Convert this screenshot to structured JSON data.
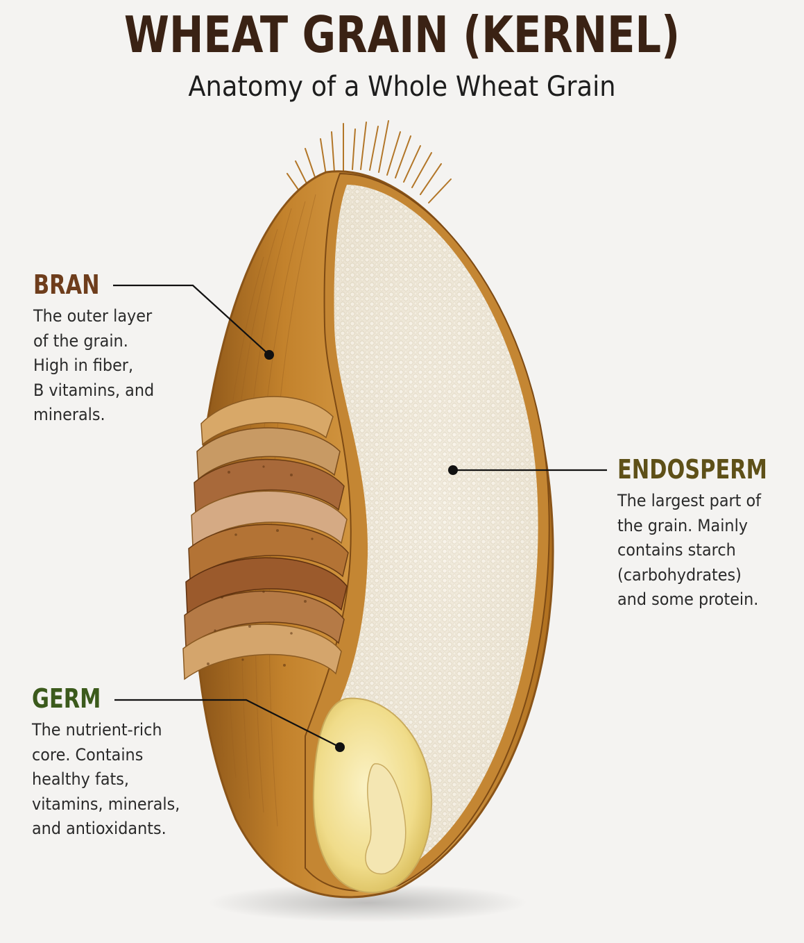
{
  "title": "WHEAT GRAIN (KERNEL)",
  "subtitle": "Anatomy of a Whole Wheat Grain",
  "parts": {
    "bran": {
      "name": "BRAN",
      "description": "The outer layer\nof the grain.\nHigh in fiber,\nB vitamins, and\nminerals.",
      "color": "#6e3d1c"
    },
    "endosperm": {
      "name": "ENDOSPERM",
      "description": "The largest part of\nthe grain. Mainly\ncontains starch\n(carbohydrates)\nand some protein.",
      "color": "#5e5018"
    },
    "germ": {
      "name": "GERM",
      "description": "The nutrient-rich\ncore. Contains\nhealthy fats,\nvitamins, minerals,\nand antioxidants.",
      "color": "#3b5a1c"
    }
  },
  "colors": {
    "background": "#f4f3f1",
    "title": "#3a2214",
    "bran_outer": "#c8892e",
    "endosperm_fill": "#efe8d8",
    "germ_fill": "#f3e39a",
    "leader_line": "#111111"
  }
}
